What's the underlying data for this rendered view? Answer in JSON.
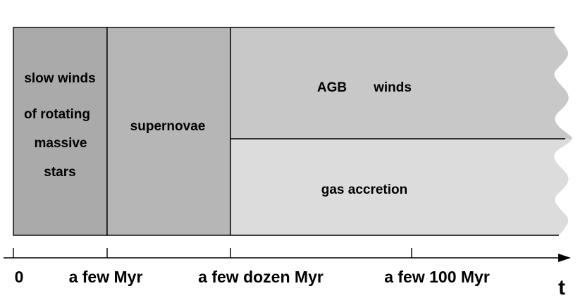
{
  "colors": {
    "phase1_fill": "#aaaaaa",
    "phase2_fill": "#b6b6b6",
    "agb_fill": "#c8c8c8",
    "accretion_fill": "#dcdcdc",
    "line": "#000000"
  },
  "blocks": {
    "phase1": {
      "lines": [
        "slow winds",
        "of rotating",
        "massive",
        "stars"
      ]
    },
    "phase2": {
      "label": "supernovae"
    },
    "agb": {
      "word1": "AGB",
      "word2": "winds"
    },
    "accretion": {
      "label": "gas accretion"
    }
  },
  "axis": {
    "ticks": [
      "0",
      "a few Myr",
      "a few dozen Myr",
      "a few 100 Myr"
    ],
    "variable": "t"
  }
}
